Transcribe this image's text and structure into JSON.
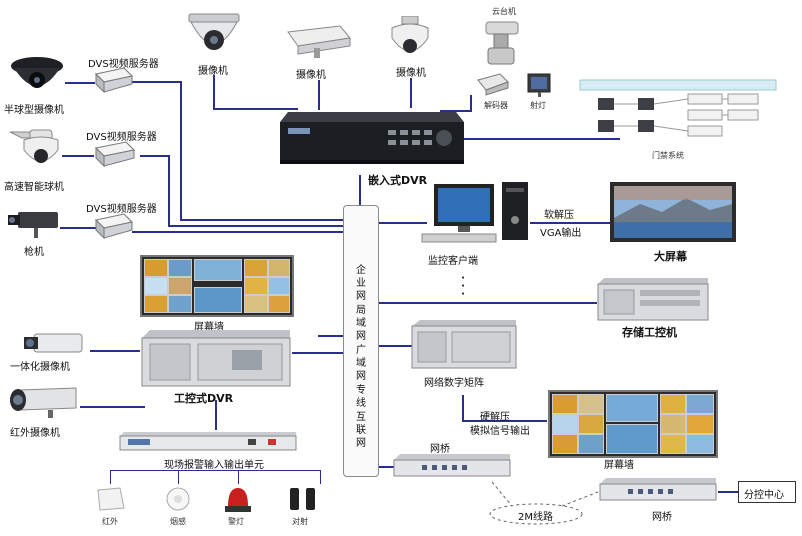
{
  "diagram": {
    "top_cameras": {
      "cam1": "摄像机",
      "cam2": "摄像机",
      "cam3": "摄像机",
      "ptz": "云台机",
      "decoder": "解码器",
      "spotlight": "射灯"
    },
    "access": {
      "label": "门禁系统"
    },
    "dvr": {
      "label": "嵌入式DVR"
    },
    "left_cameras": {
      "dvs1": "DVS视频服务器",
      "dvs2": "DVS视频服务器",
      "dvs3": "DVS视频服务器",
      "hemi": "半球型摄像机",
      "speed_dome": "高速智能球机",
      "gun": "枪机"
    },
    "backbone": {
      "lines": [
        "企业网",
        "局域网",
        "广域网",
        "专线",
        "互联网"
      ]
    },
    "client": {
      "label": "监控客户端"
    },
    "soft_decode": {
      "line1": "软解压",
      "line2": "VGA输出"
    },
    "big_screen": {
      "label": "大屏幕"
    },
    "storage": {
      "label": "存储工控机"
    },
    "screen_wall_top": {
      "label": "屏幕墙"
    },
    "ipc_dvr": {
      "label": "工控式DVR"
    },
    "integrated_cam": {
      "label": "一体化摄像机"
    },
    "ir_cam": {
      "label": "红外摄像机"
    },
    "matrix": {
      "label": "网络数字矩阵"
    },
    "hard_decode": {
      "line1": "硬解压",
      "line2": "模拟信号输出"
    },
    "screen_wall_bottom": {
      "label": "屏幕墙"
    },
    "alarm_unit": {
      "label": "现场报警输入输出单元"
    },
    "sensors": {
      "ir": "红外",
      "smoke": "烟感",
      "alarm_light": "警灯",
      "beam": "对射"
    },
    "bridge1": {
      "label": "网桥"
    },
    "bridge2": {
      "label": "网桥"
    },
    "link": {
      "label": "2M线路"
    },
    "branch": {
      "label": "分控中心"
    },
    "colors": {
      "wire": "#2a2f8f",
      "device": "#d8dadd",
      "dark": "#1b1e22"
    }
  }
}
